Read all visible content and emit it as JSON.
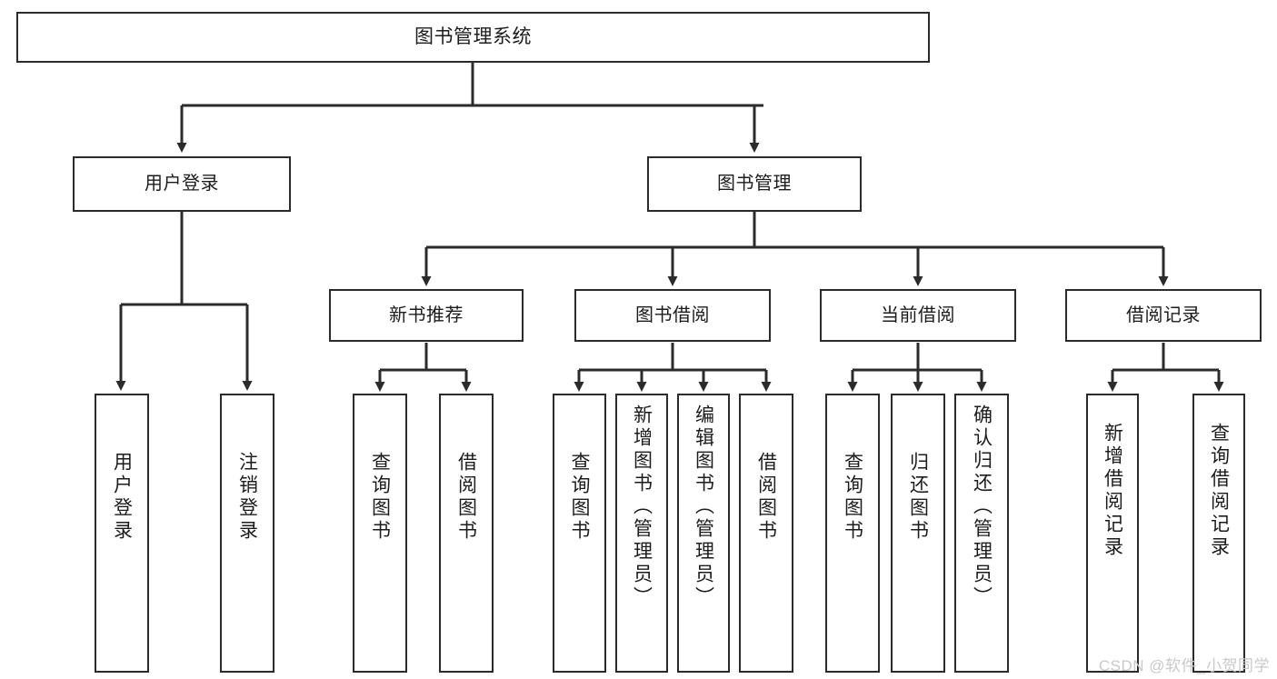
{
  "diagram": {
    "title": "图书管理系统",
    "type": "tree-hierarchy",
    "root": {
      "id": "root",
      "label": "图书管理系统"
    },
    "level1": [
      {
        "id": "user-login",
        "label": "用户登录"
      },
      {
        "id": "book-manage",
        "label": "图书管理"
      }
    ],
    "level2": [
      {
        "id": "new-book-rec",
        "label": "新书推荐"
      },
      {
        "id": "book-borrow",
        "label": "图书借阅"
      },
      {
        "id": "current-borrow",
        "label": "当前借阅"
      },
      {
        "id": "borrow-record",
        "label": "借阅记录"
      }
    ],
    "leaves": [
      {
        "id": "leaf-user-login",
        "parent": "user-login",
        "label": "用户登录"
      },
      {
        "id": "leaf-logout",
        "parent": "user-login",
        "label": "注销登录"
      },
      {
        "id": "leaf-query-book-1",
        "parent": "new-book-rec",
        "label": "查询图书"
      },
      {
        "id": "leaf-borrow-book-1",
        "parent": "new-book-rec",
        "label": "借阅图书"
      },
      {
        "id": "leaf-query-book-2",
        "parent": "book-borrow",
        "label": "查询图书"
      },
      {
        "id": "leaf-add-book",
        "parent": "book-borrow",
        "label": "新增图书（管理员）"
      },
      {
        "id": "leaf-edit-book",
        "parent": "book-borrow",
        "label": "编辑图书（管理员）"
      },
      {
        "id": "leaf-borrow-book-2",
        "parent": "book-borrow",
        "label": "借阅图书"
      },
      {
        "id": "leaf-query-book-3",
        "parent": "current-borrow",
        "label": "查询图书"
      },
      {
        "id": "leaf-return-book",
        "parent": "current-borrow",
        "label": "归还图书"
      },
      {
        "id": "leaf-confirm-return",
        "parent": "current-borrow",
        "label": "确认归还（管理员）"
      },
      {
        "id": "leaf-add-record",
        "parent": "borrow-record",
        "label": "新增借阅记录"
      },
      {
        "id": "leaf-query-record",
        "parent": "borrow-record",
        "label": "查询借阅记录"
      }
    ]
  },
  "watermark": {
    "text": "CSDN @软件_小贺同学"
  },
  "colors": {
    "stroke": "#2b2b2b",
    "fill": "#ffffff",
    "text": "#1c1c1c",
    "watermark": "#c9c9c9"
  }
}
